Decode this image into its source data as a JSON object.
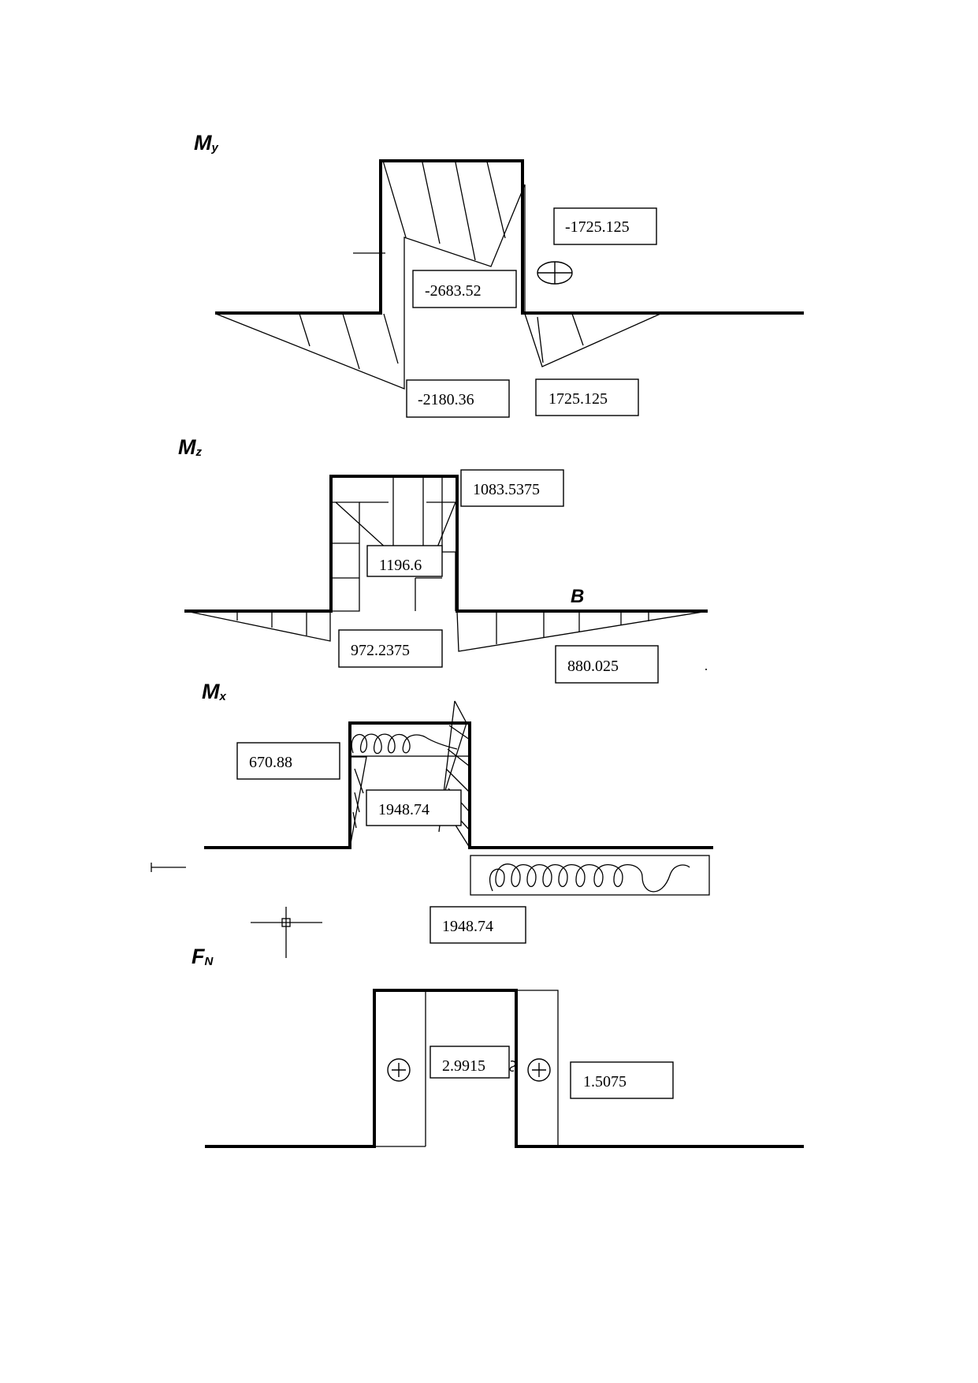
{
  "diagrams": {
    "my": {
      "title_main": "M",
      "title_sub": "y",
      "values": [
        "-1725.125",
        "-2683.52",
        "-2180.36",
        "1725.125"
      ]
    },
    "mz": {
      "title_main": "M",
      "title_sub": "z",
      "values": [
        "1083.5375",
        "1196.6",
        "972.2375",
        "880.025"
      ],
      "point_label": "B"
    },
    "mx": {
      "title_main": "M",
      "title_sub": "x",
      "values": [
        "670.88",
        "1948.74",
        "1948.74"
      ]
    },
    "fn": {
      "title_main": "F",
      "title_sub": "N",
      "values": [
        "2.9915",
        "1.5075"
      ]
    }
  },
  "icons": [
    "plus-circle-icon",
    "crosshair-icon"
  ]
}
